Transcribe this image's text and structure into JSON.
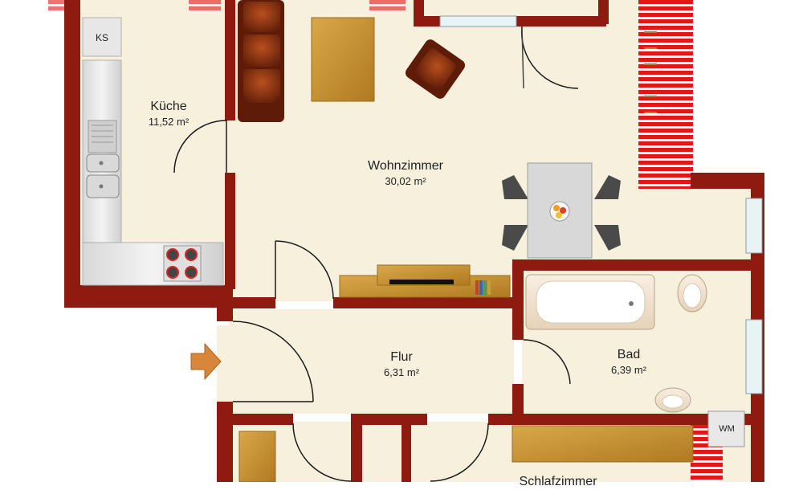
{
  "rooms": [
    {
      "name": "Küche",
      "area": "11,52 m²"
    },
    {
      "name": "Wohnzimmer",
      "area": "30,02 m²"
    },
    {
      "name": "Flur",
      "area": "6,31 m²"
    },
    {
      "name": "Bad",
      "area": "6,39 m²"
    },
    {
      "name": "Schlafzimmer",
      "area": ""
    }
  ],
  "appliances": {
    "fridge": "KS",
    "washer": "WM"
  },
  "colors": {
    "wall": "#8e1a10",
    "floor": "#f6f0dc",
    "hatch": "#e01010",
    "wood": "#c8962a",
    "sofa": "#7a2a10"
  },
  "icons": [
    "entrance-arrow-icon"
  ]
}
